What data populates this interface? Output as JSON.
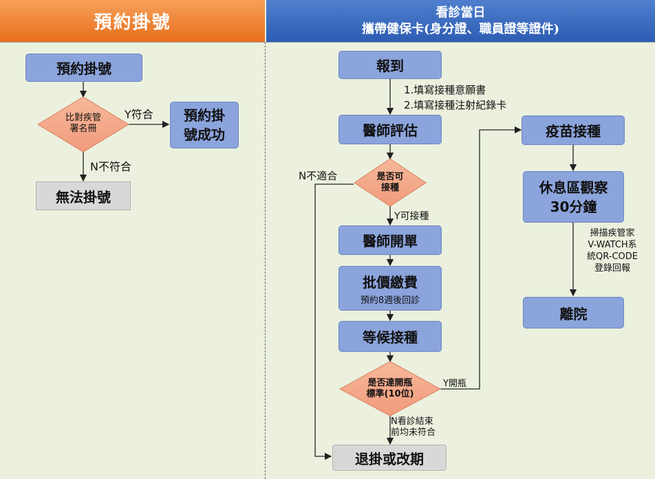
{
  "header": {
    "left_title": "預約掛號",
    "right_line1": "看診當日",
    "right_line2": "攜帶健保卡(身分證、職員證等證件)"
  },
  "left": {
    "book": "預約掛號",
    "check": [
      "比對疾管",
      "署名冊"
    ],
    "yes_label": "Y符合",
    "success": [
      "預約掛",
      "號成功"
    ],
    "no_label": "N不符合",
    "fail": "無法掛號"
  },
  "right": {
    "checkin": "報到",
    "notes": [
      "1.填寫接種意願書",
      "2.填寫接種注射紀錄卡"
    ],
    "assess": "醫師評估",
    "can_vaccinate": [
      "是否可",
      "接種"
    ],
    "not_suitable": "N不適合",
    "yes_vaccinate": "Y可接種",
    "prescribe": "醫師開單",
    "pay": "批價繳費",
    "pay_sub": "預約8週後回診",
    "wait": "等候接種",
    "open_vial": [
      "是否達開瓶",
      "標準(10位)"
    ],
    "open_yes": "Y開瓶",
    "open_no": [
      "N看診結束",
      "前均未符合"
    ],
    "cancel": "退掛或改期",
    "vaccinate": "疫苗接種",
    "observe": [
      "休息區觀察",
      "30分鐘"
    ],
    "scan_note": [
      "掃描疾管家",
      "V-WATCH系",
      "統QR-CODE",
      "登錄回報"
    ],
    "leave": "離院"
  }
}
